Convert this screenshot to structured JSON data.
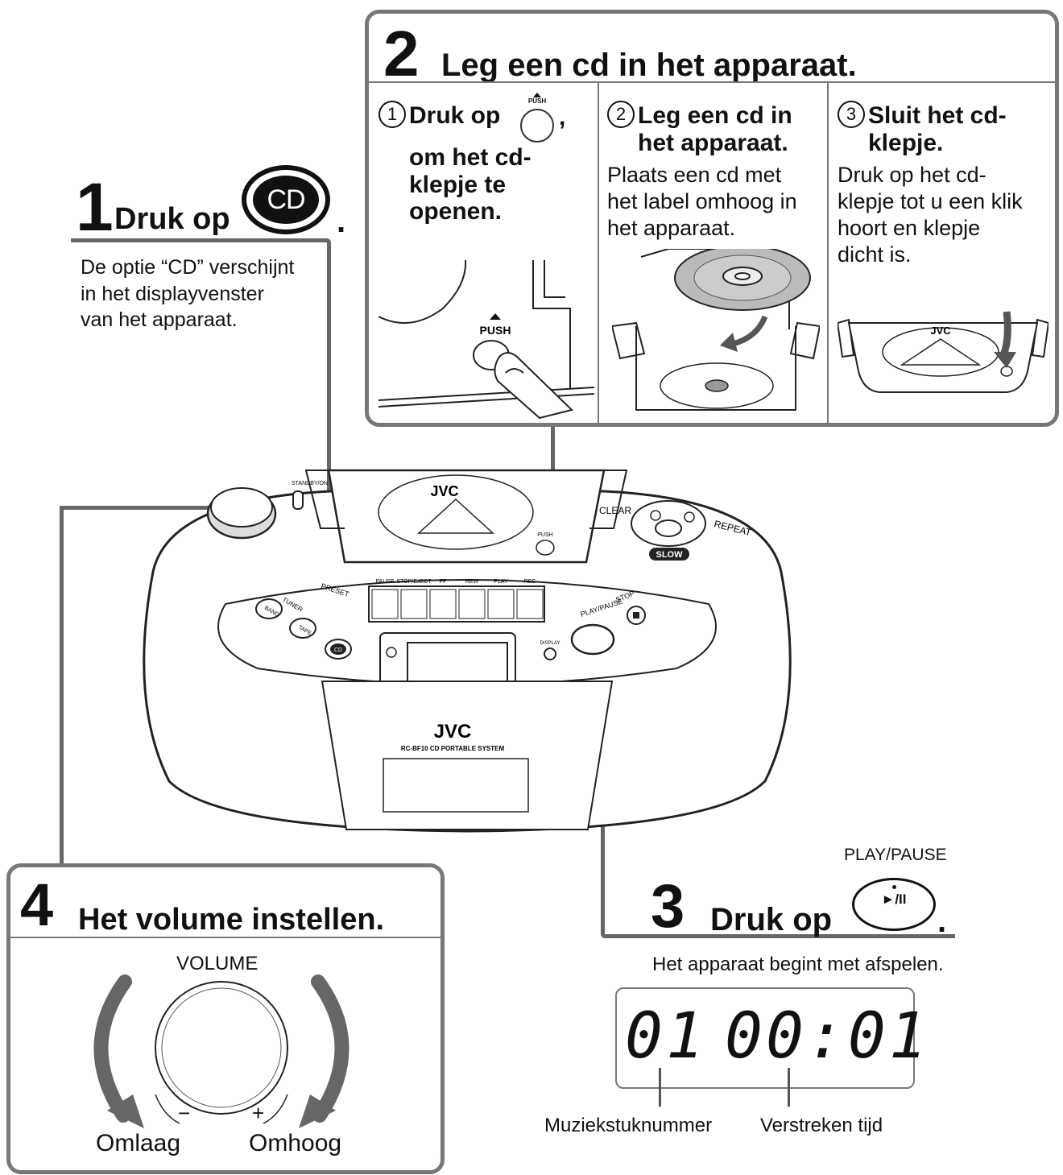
{
  "step1": {
    "number": "1",
    "title": "Druk op",
    "button_label": "CD",
    "period": ".",
    "description_lines": [
      "De optie “CD” verschijnt",
      "in het displayvenster",
      "van het apparaat."
    ]
  },
  "step2": {
    "number": "2",
    "title": "Leg een cd in het apparaat.",
    "col1": {
      "marker": "1",
      "head_prefix": "Druk op",
      "push_label": "PUSH",
      "comma": ",",
      "head_lines": [
        "om het cd-",
        "klepje te",
        "openen."
      ],
      "illus_push": "PUSH"
    },
    "col2": {
      "marker": "2",
      "head_lines": [
        "Leg een cd in",
        "het apparaat."
      ],
      "text_lines": [
        "Plaats een cd met",
        "het label omhoog in",
        "het apparaat."
      ]
    },
    "col3": {
      "marker": "3",
      "head_lines": [
        "Sluit het cd-",
        "klepje."
      ],
      "text_lines": [
        "Druk op het cd-",
        "klepje tot u een klik",
        "hoort en klepje",
        "dicht is."
      ],
      "illus_brand": "JVC"
    }
  },
  "device": {
    "brand": "JVC",
    "model": "RC-BF10 CD PORTABLE SYSTEM",
    "standby_label": "STANDBY/ON",
    "clear_label": "CLEAR",
    "repeat_label": "REPEAT",
    "slow_label": "SLOW",
    "deck_labels": [
      "PAUSE",
      "STOP/EJECT",
      "FF",
      "REW",
      "PLAY",
      "REC"
    ],
    "tuner_label": "TUNER",
    "band_label": "BAND",
    "preset_label": "PRESET",
    "tape_label": "TAPE",
    "cd_label": "CD",
    "display_label": "DISPLAY",
    "playpause_label": "PLAY/PAUSE",
    "stop_label": "STOP",
    "push_label": "PUSH"
  },
  "step3": {
    "number": "3",
    "title": "Druk op",
    "button_caption": "PLAY/PAUSE",
    "button_symbol": "►/II",
    "period": ".",
    "description": "Het apparaat begint met afspelen.",
    "display_track": "01",
    "display_time": "00:01",
    "label_track": "Muziekstuknummer",
    "label_time": "Verstreken tijd"
  },
  "step4": {
    "number": "4",
    "title": "Het volume instellen.",
    "knob_label": "VOLUME",
    "minus": "−",
    "plus": "+",
    "down_label": "Omlaag",
    "up_label": "Omhoog"
  }
}
